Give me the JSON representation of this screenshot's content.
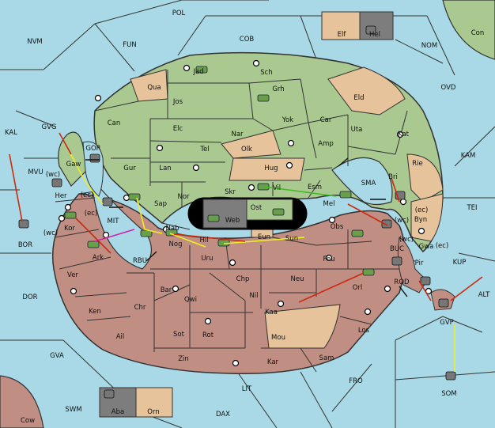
{
  "colors": {
    "sea": "#a9d9e6",
    "north": "#a9c990",
    "south": "#c18e83",
    "neutral": "#e6c39b",
    "dark": "#7d7d7d",
    "green_arrow": "#44bb22",
    "yellow_arrow": "#eeee22",
    "red_arrow": "#cc2a10",
    "magenta_arrow": "#cc22aa"
  },
  "labels": {
    "POL": "POL",
    "COB": "COB",
    "FUN": "FUN",
    "NVM": "NVM",
    "NOM": "NOM",
    "Con": "Con",
    "Elf": "Elf",
    "Hel": "Hel",
    "OVD": "OVD",
    "KAL": "KAL",
    "KAM": "KAM",
    "TEI": "TEI",
    "GVG": "GVG",
    "MVU": "MVU",
    "BOR": "BOR",
    "DOR": "DOR",
    "GVA": "GVA",
    "SWM": "SWM",
    "Cow": "Cow",
    "Aba": "Aba",
    "Orn": "Orn",
    "LIT": "LIT",
    "DAX": "DAX",
    "FRO": "FRO",
    "SOM": "SOM",
    "GVP": "GVP",
    "ALT": "ALT",
    "KUP": "KUP",
    "BUC": "BUC",
    "ROD": "ROD",
    "SMA": "SMA",
    "MIT": "MIT",
    "RBU": "RBU",
    "GOR": "GOR",
    "Jad": "Jad",
    "Sch": "Sch",
    "Grh": "Grh",
    "Qua": "Qua",
    "Jos": "Jos",
    "Eld": "Eld",
    "Can": "Can",
    "Yok": "Yok",
    "Car": "Car",
    "Uta": "Uta",
    "Kat": "Kat",
    "Elc": "Elc",
    "Nar": "Nar",
    "Amp": "Amp",
    "Tel": "Tel",
    "Olk": "Olk",
    "Gur": "Gur",
    "Lan": "Lan",
    "Hug": "Hug",
    "Rie": "Rie",
    "Bri": "Bri",
    "Vil": "Vil",
    "Esm": "Esm",
    "Nor": "Nor",
    "Skr": "Skr",
    "Ost": "Ost",
    "Mel": "Mel",
    "Web": "Web",
    "Sap": "Sap",
    "Gaw": "Gaw",
    "Her": "Her",
    "Kor": "Kor",
    "Ark": "Ark",
    "Nab": "Nab",
    "Hil": "Hil",
    "Eun": "Eun",
    "Sun": "Sun",
    "Obs": "Obs",
    "Byn": "Byn",
    "Gwa": "Gwa",
    "Pir": "Pir",
    "Nog": "Nog",
    "Uru": "Uru",
    "Feu": "Feu",
    "Ver": "Ver",
    "Chp": "Chp",
    "Neu": "Neu",
    "Orl": "Orl",
    "Bar": "Bar",
    "Qwi": "Qwi",
    "Nil": "Nil",
    "Ken": "Ken",
    "Chr": "Chr",
    "Kaa": "Kaa",
    "Ail": "Ail",
    "Sot": "Sot",
    "Rot": "Rot",
    "Mou": "Mou",
    "Los": "Los",
    "Zin": "Zin",
    "Kar": "Kar",
    "Sam": "Sam",
    "ec": "(ec)",
    "wc": "(wc)"
  }
}
